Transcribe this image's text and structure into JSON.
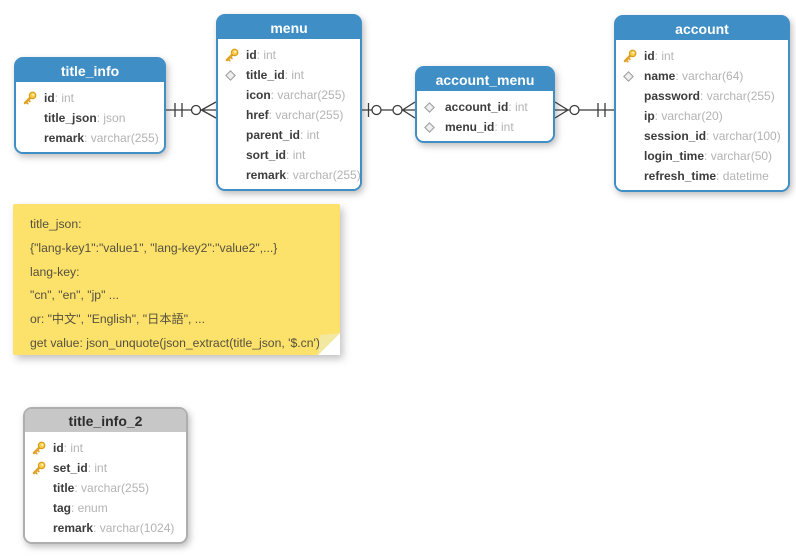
{
  "diagram": {
    "tables": [
      {
        "name": "title_info",
        "style": "blue",
        "fields": [
          {
            "icon": "key",
            "label": "id",
            "type": "int"
          },
          {
            "icon": "none",
            "label": "title_json",
            "type": "json"
          },
          {
            "icon": "none",
            "label": "remark",
            "type": "varchar(255)"
          }
        ]
      },
      {
        "name": "menu",
        "style": "blue",
        "fields": [
          {
            "icon": "key",
            "label": "id",
            "type": "int"
          },
          {
            "icon": "fk",
            "label": "title_id",
            "type": "int"
          },
          {
            "icon": "none",
            "label": "icon",
            "type": "varchar(255)"
          },
          {
            "icon": "none",
            "label": "href",
            "type": "varchar(255)"
          },
          {
            "icon": "none",
            "label": "parent_id",
            "type": "int"
          },
          {
            "icon": "none",
            "label": "sort_id",
            "type": "int"
          },
          {
            "icon": "none",
            "label": "remark",
            "type": "varchar(255)"
          }
        ]
      },
      {
        "name": "account_menu",
        "style": "blue",
        "fields": [
          {
            "icon": "fk",
            "label": "account_id",
            "type": "int"
          },
          {
            "icon": "fk",
            "label": "menu_id",
            "type": "int"
          }
        ]
      },
      {
        "name": "account",
        "style": "blue",
        "fields": [
          {
            "icon": "key",
            "label": "id",
            "type": "int"
          },
          {
            "icon": "fk",
            "label": "name",
            "type": "varchar(64)"
          },
          {
            "icon": "none",
            "label": "password",
            "type": "varchar(255)"
          },
          {
            "icon": "none",
            "label": "ip",
            "type": "varchar(20)"
          },
          {
            "icon": "none",
            "label": "session_id",
            "type": "varchar(100)"
          },
          {
            "icon": "none",
            "label": "login_time",
            "type": "varchar(50)"
          },
          {
            "icon": "none",
            "label": "refresh_time",
            "type": "datetime"
          }
        ]
      },
      {
        "name": "title_info_2",
        "style": "gray",
        "fields": [
          {
            "icon": "key",
            "label": "id",
            "type": "int"
          },
          {
            "icon": "key",
            "label": "set_id",
            "type": "int"
          },
          {
            "icon": "none",
            "label": "title",
            "type": "varchar(255)"
          },
          {
            "icon": "none",
            "label": "tag",
            "type": "enum"
          },
          {
            "icon": "none",
            "label": "remark",
            "type": "varchar(1024)"
          }
        ]
      }
    ],
    "relationships": [
      {
        "from": "title_info",
        "from_cardinality": "exactly-one",
        "to": "menu",
        "to_cardinality": "zero-or-many"
      },
      {
        "from": "menu",
        "from_cardinality": "zero-or-one",
        "to": "account_menu",
        "to_cardinality": "zero-or-many"
      },
      {
        "from": "account_menu",
        "from_cardinality": "zero-or-many",
        "to": "account",
        "to_cardinality": "exactly-one"
      }
    ],
    "note": {
      "lines": [
        "title_json:",
        "{\"lang-key1\":\"value1\", \"lang-key2\":\"value2\",...}",
        "lang-key:",
        "\"cn\", \"en\", \"jp\" ...",
        "or: \"中文\", \"English\", \"日本語\", ...",
        "get value: json_unquote(json_extract(title_json, '$.cn')"
      ]
    },
    "colors": {
      "table_header_blue": "#3F8FC6",
      "table_header_gray": "#C7C7C7",
      "note_yellow": "#FCE26B",
      "key_icon_gold": "#F9CE4D",
      "fk_diamond_gray": "#E3E3E3",
      "connector_line": "#3B3B3B"
    }
  }
}
